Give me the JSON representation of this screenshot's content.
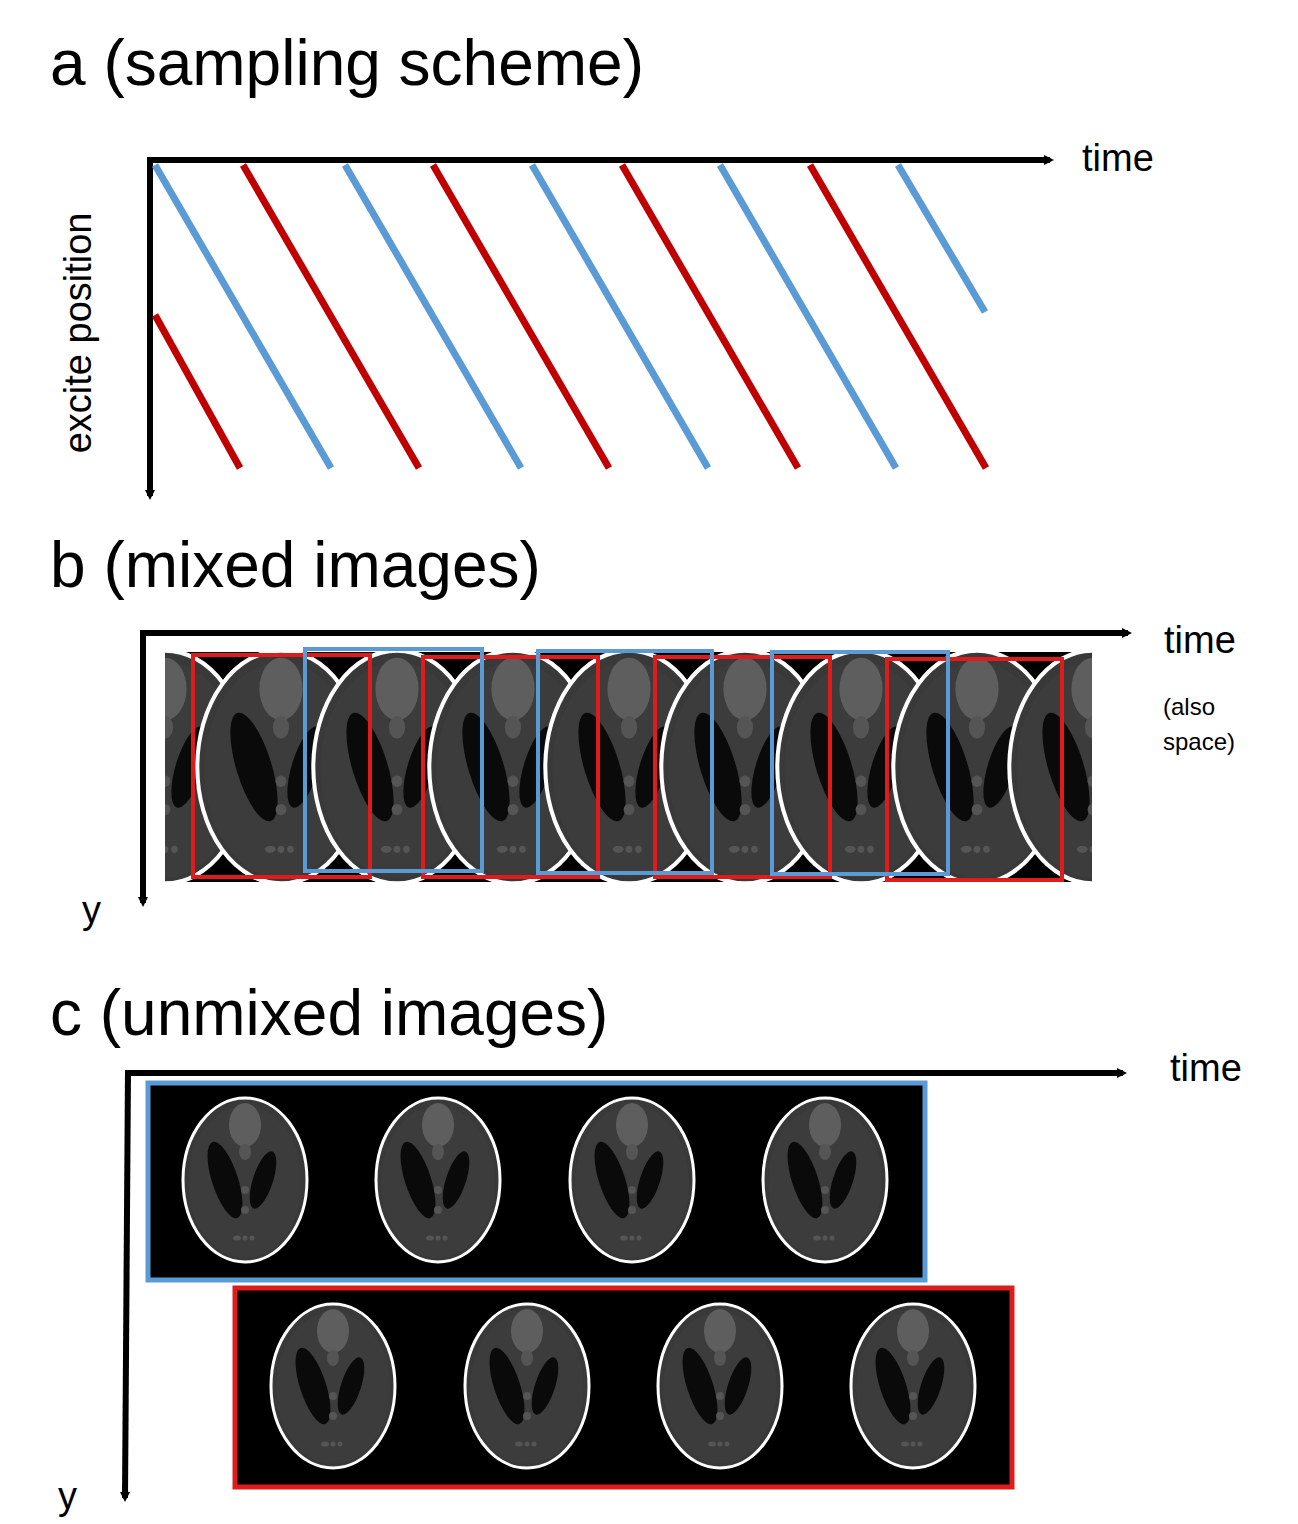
{
  "diagram": {
    "labels": [
      "a (sampling scheme)",
      "time",
      "excite position",
      "b (mixed images)",
      "time",
      "(also space)",
      "y",
      "c (unmixed images)",
      "time",
      "y"
    ]
  }
}
